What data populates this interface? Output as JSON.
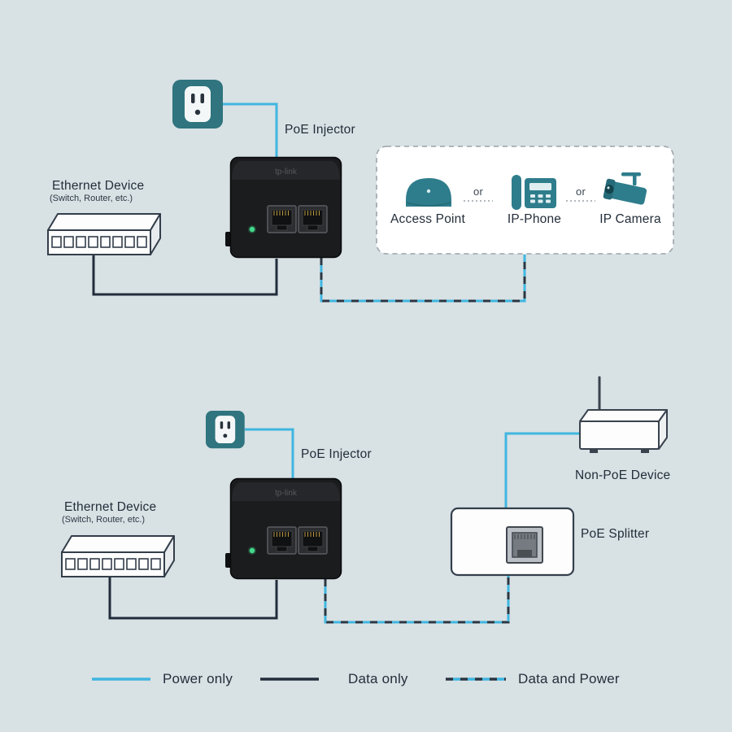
{
  "colors": {
    "background": "#d8e1e4",
    "power_line": "#3fb6e0",
    "data_line": "#212d3b",
    "dash_dark": "#2b3642",
    "dash_cyan": "#3fb6e0",
    "outlet_teal": "#2f747e",
    "icon_teal": "#2e7d8c",
    "device_body": "#1b1c1e",
    "led_green": "#42d98a",
    "text": "#232e3a"
  },
  "device": {
    "brand": "tp-link"
  },
  "top": {
    "injector_label": "PoE Injector",
    "ethernet_device": {
      "title": "Ethernet Device",
      "subtitle": "(Switch, Router, etc.)"
    },
    "powered_devices": {
      "access_point": "Access Point",
      "or_1": "or",
      "ip_phone": "IP-Phone",
      "or_2": "or",
      "ip_camera": "IP Camera"
    }
  },
  "bottom": {
    "injector_label": "PoE Injector",
    "ethernet_device": {
      "title": "Ethernet Device",
      "subtitle": "(Switch, Router, etc.)"
    },
    "non_poe_device": "Non-PoE Device",
    "poe_splitter": "PoE Splitter"
  },
  "legend": {
    "power_only": "Power only",
    "data_only": "Data only",
    "data_and_power": "Data and Power"
  }
}
